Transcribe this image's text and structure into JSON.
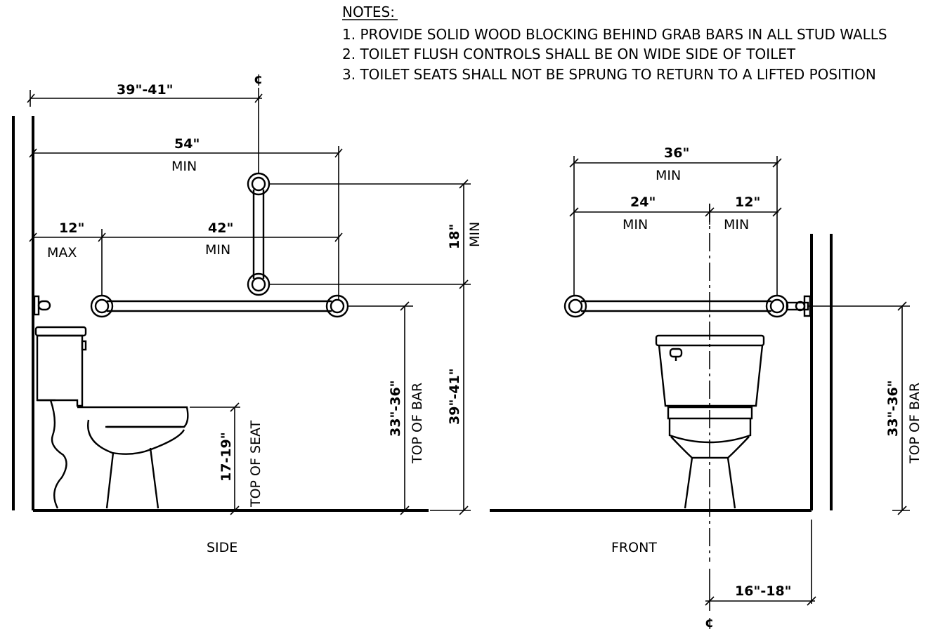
{
  "notes": {
    "heading": "NOTES:",
    "items": [
      "1. PROVIDE SOLID WOOD BLOCKING BEHIND GRAB BARS IN ALL STUD WALLS",
      "2. TOILET FLUSH CONTROLS SHALL BE ON WIDE SIDE OF TOILET",
      "3. TOILET SEATS SHALL NOT BE SPRUNG TO RETURN TO A LIFTED POSITION"
    ]
  },
  "side_view": {
    "label": "SIDE",
    "centerline_symbol": "¢",
    "dims": {
      "centerline_from_wall": "39\"-41\"",
      "bar_length": "54\"",
      "bar_length_qual": "MIN",
      "bar_offset": "12\"",
      "bar_offset_qual": "MAX",
      "bar_span": "42\"",
      "bar_span_qual": "MIN",
      "vertical_bar": "18\"",
      "vertical_bar_qual": "MIN",
      "seat_height": "17-19\"",
      "seat_height_qual": "TOP OF SEAT",
      "bar_height": "33\"-36\"",
      "bar_height_qual": "TOP OF BAR",
      "vertical_bar_top": "39\"-41\""
    }
  },
  "front_view": {
    "label": "FRONT",
    "centerline_symbol": "¢",
    "dims": {
      "bar_length": "36\"",
      "bar_length_qual": "MIN",
      "wide_side": "24\"",
      "wide_side_qual": "MIN",
      "narrow_side": "12\"",
      "narrow_side_qual": "MIN",
      "centerline_to_wall": "16\"-18\"",
      "bar_height": "33\"-36\"",
      "bar_height_qual": "TOP OF BAR"
    }
  }
}
